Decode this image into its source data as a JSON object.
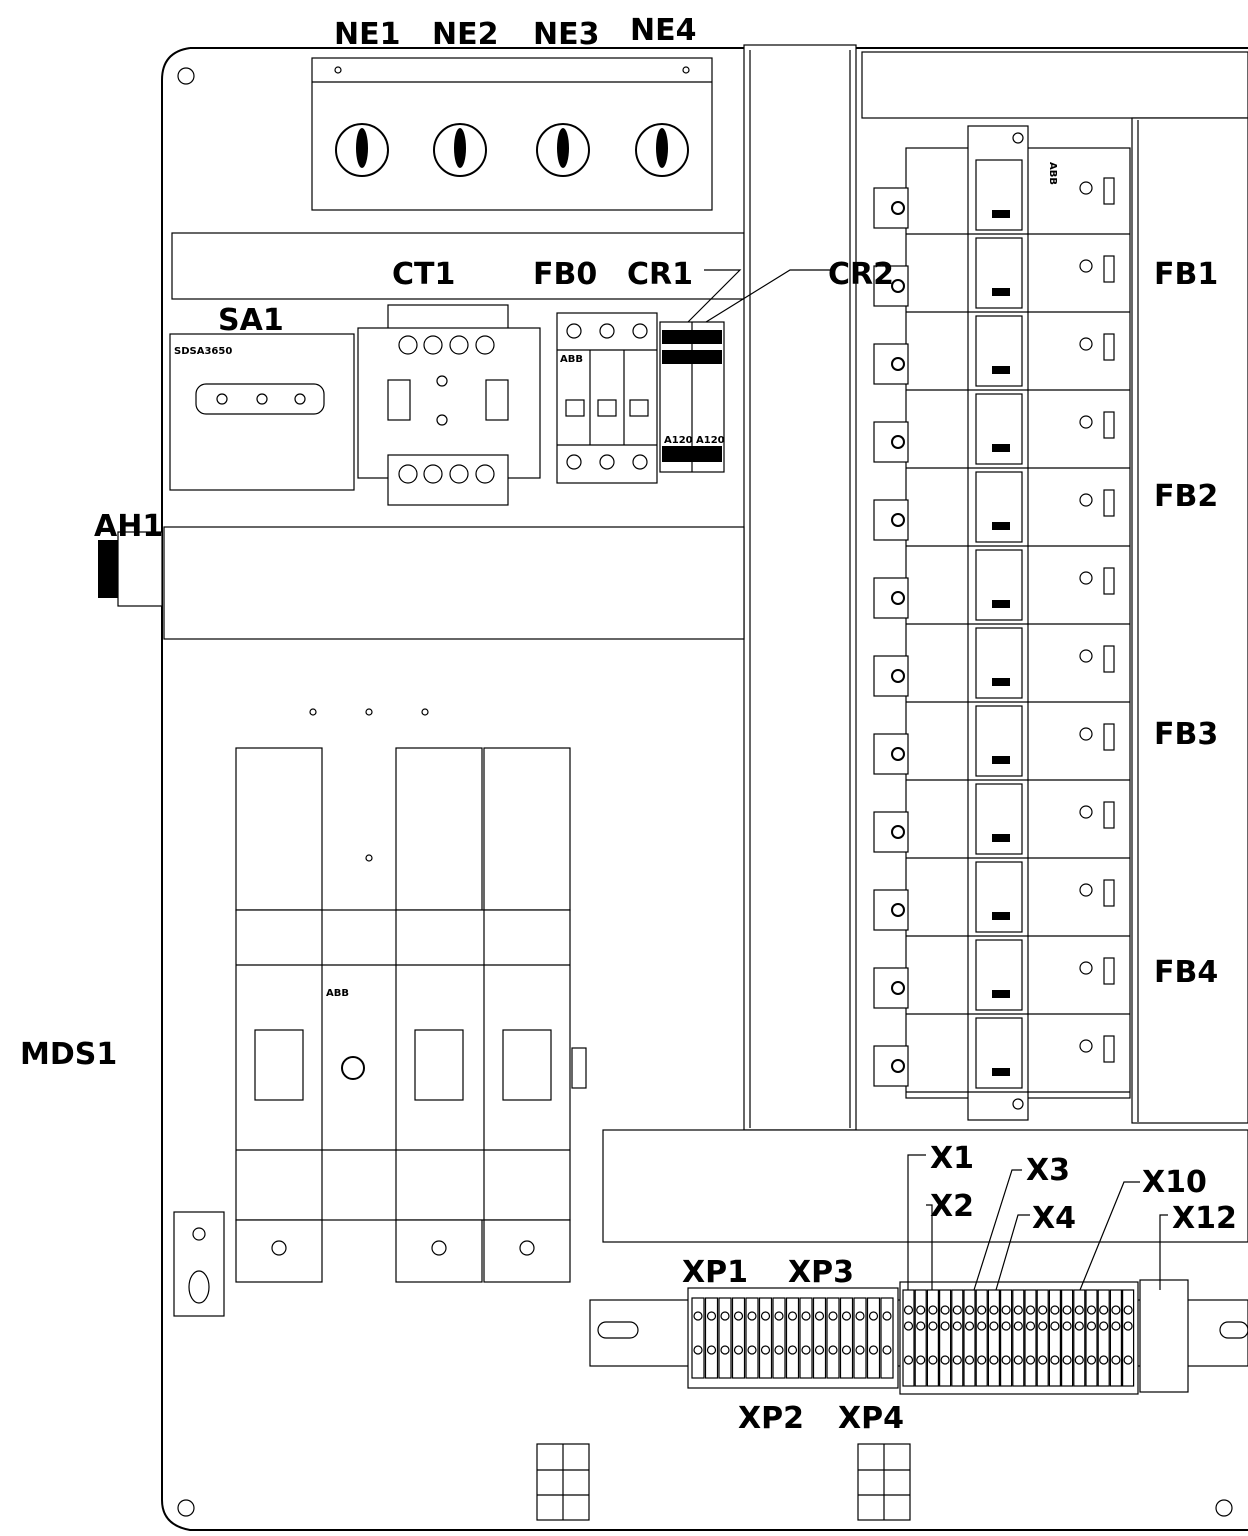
{
  "labels": {
    "ne1": "NE1",
    "ne2": "NE2",
    "ne3": "NE3",
    "ne4": "NE4",
    "ct1": "CT1",
    "fb0": "FB0",
    "cr1": "CR1",
    "cr2": "CR2",
    "sa1": "SA1",
    "ah1": "AH1",
    "mds1": "MDS1",
    "fb1": "FB1",
    "fb2": "FB2",
    "fb3": "FB3",
    "fb4": "FB4",
    "x1": "X1",
    "x2": "X2",
    "x3": "X3",
    "x4": "X4",
    "x10": "X10",
    "x12": "X12",
    "xp1": "XP1",
    "xp2": "XP2",
    "xp3": "XP3",
    "xp4": "XP4"
  },
  "device_text": {
    "sa1_model": "SDSA3650",
    "abb": "ABB",
    "relay_a1": "A120",
    "relay_a2": "A120"
  }
}
